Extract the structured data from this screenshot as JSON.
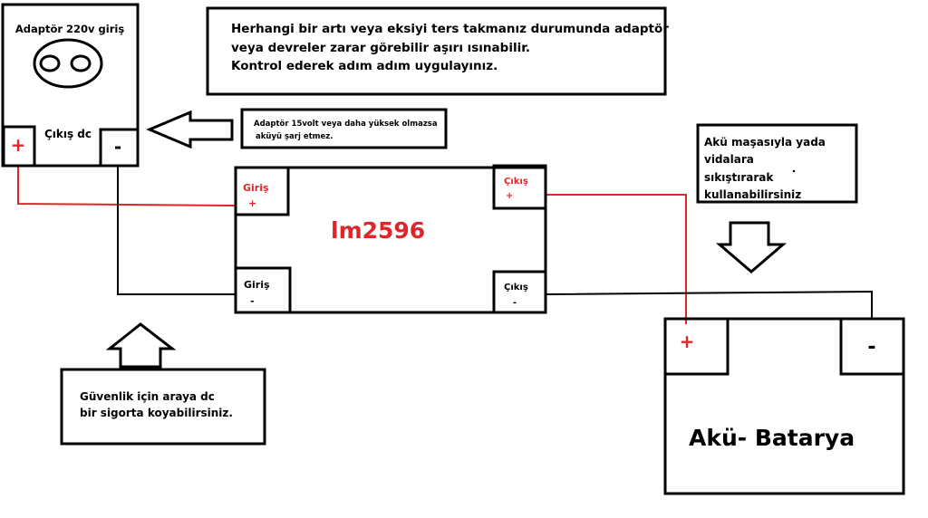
{
  "adapter": {
    "title": "Adaptör 220v giriş",
    "output_label": "Çıkış dc",
    "plus": "+",
    "minus": "-"
  },
  "warning": {
    "lines": [
      "Herhangi bir artı veya eksiyi ters takmanız durumunda adaptör",
      "veya devreler zarar görebilir aşırı ısınabilir.",
      "Kontrol ederek adım adım uygulayınız."
    ]
  },
  "adapter_note": {
    "lines": [
      "Adaptör 15volt veya daha yüksek olmazsa",
      "aküyü şarj etmez."
    ]
  },
  "module": {
    "name": "lm2596",
    "in_plus": [
      "Giriş",
      "+"
    ],
    "in_minus": [
      "Giriş",
      "-"
    ],
    "out_plus": [
      "Çıkış",
      "+"
    ],
    "out_minus": [
      "Çıkış",
      "-"
    ]
  },
  "clamp_note": {
    "lines": [
      "Akü maşasıyla yada",
      "vidalara",
      "sıkıştırarak",
      "kullanabilirsiniz"
    ]
  },
  "fuse_note": {
    "lines": [
      "Güvenlik için araya dc",
      "bir sigorta koyabilirsiniz."
    ]
  },
  "battery": {
    "title": "Akü- Batarya",
    "plus": "+",
    "minus": "-"
  },
  "colors": {
    "wire_positive": "#e0262b",
    "wire_negative": "#000000"
  }
}
